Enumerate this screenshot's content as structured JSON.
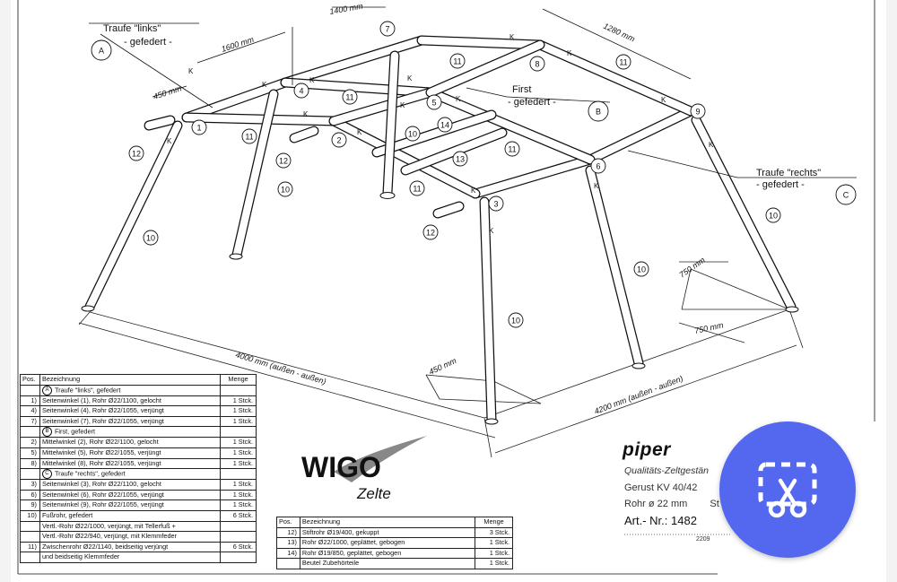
{
  "drawing": {
    "callouts": [
      {
        "id": "A",
        "label": "A"
      },
      {
        "id": "B",
        "label": "B"
      },
      {
        "id": "C",
        "label": "C"
      },
      {
        "id": "p1",
        "label": "1"
      },
      {
        "id": "p2",
        "label": "2"
      },
      {
        "id": "p3",
        "label": "3"
      },
      {
        "id": "p4",
        "label": "4"
      },
      {
        "id": "p5",
        "label": "5"
      },
      {
        "id": "p6",
        "label": "6"
      },
      {
        "id": "p7",
        "label": "7"
      },
      {
        "id": "p8",
        "label": "8"
      },
      {
        "id": "p9",
        "label": "9"
      },
      {
        "id": "p10a",
        "label": "10"
      },
      {
        "id": "p10b",
        "label": "10"
      },
      {
        "id": "p10c",
        "label": "10"
      },
      {
        "id": "p10d",
        "label": "10"
      },
      {
        "id": "p10e",
        "label": "10"
      },
      {
        "id": "p10f",
        "label": "10"
      },
      {
        "id": "p11a",
        "label": "11"
      },
      {
        "id": "p11b",
        "label": "11"
      },
      {
        "id": "p11c",
        "label": "11"
      },
      {
        "id": "p11d",
        "label": "11"
      },
      {
        "id": "p11e",
        "label": "11"
      },
      {
        "id": "p11f",
        "label": "11"
      },
      {
        "id": "p12a",
        "label": "12"
      },
      {
        "id": "p12b",
        "label": "12"
      },
      {
        "id": "p12c",
        "label": "12"
      },
      {
        "id": "p13",
        "label": "13"
      },
      {
        "id": "p14",
        "label": "14"
      }
    ],
    "labels": {
      "traufe_links": "Traufe \"links\"",
      "gefedert_a": "- gefedert -",
      "first": "First",
      "gefedert_b": "- gefedert -",
      "traufe_rechts": "Traufe \"rechts\"",
      "gefedert_c": "- gefedert -",
      "k": "K"
    },
    "dimensions": {
      "d1400": "1400 mm",
      "d1600": "1600 mm",
      "d450a": "450 mm",
      "d1280": "1280 mm",
      "d750a": "750 mm",
      "d750b": "750 mm",
      "d450b": "450 mm",
      "d4000": "4000 mm (außen - außen)",
      "d4200": "4200 mm (außen - außen)"
    }
  },
  "table_left": {
    "headers": {
      "pos": "Pos.",
      "bez": "Bezeichnung",
      "menge": "Menge"
    },
    "rows": [
      {
        "pos": "",
        "circle": "A",
        "bez": "Traufe \"links\", gefedert",
        "menge": ""
      },
      {
        "pos": "1)",
        "circle": "",
        "bez": "Seitenwinkel (1), Rohr Ø22/1100, gelocht",
        "menge": "1 Stck."
      },
      {
        "pos": "4)",
        "circle": "",
        "bez": "Seitenwinkel (4), Rohr Ø22/1055, verjüngt",
        "menge": "1 Stck."
      },
      {
        "pos": "7)",
        "circle": "",
        "bez": "Seitenwinkel (7), Rohr Ø22/1055, verjüngt",
        "menge": "1 Stck."
      },
      {
        "pos": "",
        "circle": "B",
        "bez": "First, gefedert",
        "menge": ""
      },
      {
        "pos": "2)",
        "circle": "",
        "bez": "Mittelwinkel (2), Rohr Ø22/1100, gelocht",
        "menge": "1 Stck."
      },
      {
        "pos": "5)",
        "circle": "",
        "bez": "Mittelwinkel (5), Rohr Ø22/1055, verjüngt",
        "menge": "1 Stck."
      },
      {
        "pos": "8)",
        "circle": "",
        "bez": "Mittelwinkel (8), Rohr Ø22/1055, verjüngt",
        "menge": "1 Stck."
      },
      {
        "pos": "",
        "circle": "C",
        "bez": "Traufe \"rechts\", gefedert",
        "menge": ""
      },
      {
        "pos": "3)",
        "circle": "",
        "bez": "Seitenwinkel (3), Rohr Ø22/1100, gelocht",
        "menge": "1 Stck."
      },
      {
        "pos": "6)",
        "circle": "",
        "bez": "Seitenwinkel (6), Rohr Ø22/1055, verjüngt",
        "menge": "1 Stck."
      },
      {
        "pos": "9)",
        "circle": "",
        "bez": "Seitenwinkel (9), Rohr Ø22/1055, verjüngt",
        "menge": "1 Stck."
      },
      {
        "pos": "10)",
        "circle": "",
        "bez": "Fußrohr, gefedert",
        "menge": "6 Stck."
      },
      {
        "pos": "",
        "circle": "",
        "bez": "Vertl.-Rohr Ø22/1000, verjüngt, mit Tellerfuß +",
        "menge": ""
      },
      {
        "pos": "",
        "circle": "",
        "bez": "Vertl.-Rohr Ø22/940, verjüngt, mit Klemmfeder",
        "menge": ""
      },
      {
        "pos": "11)",
        "circle": "",
        "bez": "Zwischenrohr Ø22/1140, beidseitig verjüngt",
        "menge": "6 Stck."
      },
      {
        "pos": "",
        "circle": "",
        "bez": "und beidseitig Klemmfeder",
        "menge": ""
      }
    ]
  },
  "table_right": {
    "headers": {
      "pos": "Pos.",
      "bez": "Bezeichnung",
      "menge": "Menge"
    },
    "rows": [
      {
        "pos": "12)",
        "bez": "Stiftrohr Ø19/400, gekuppt",
        "menge": "3 Stck."
      },
      {
        "pos": "13)",
        "bez": "Rohr Ø22/1000, geplättet, gebogen",
        "menge": "1 Stck."
      },
      {
        "pos": "14)",
        "bez": "Rohr Ø19/850, geplättet, gebogen",
        "menge": "1 Stck."
      },
      {
        "pos": "",
        "bez": "Beutel Zubehörteile",
        "menge": "1 Stck."
      }
    ]
  },
  "branding": {
    "logo_main": "WIGO",
    "logo_sub": "Zelte",
    "piper": "piper",
    "tagline": "Qualitäts-Zeltgestän",
    "model": "Gerust KV 40/42",
    "rohr": "Rohr ø 22 mm",
    "rohr_suffix": "St",
    "art": "Art.- Nr.:  1482",
    "date": "2209"
  },
  "fab": {
    "icon": "screenshot-scissors-icon"
  }
}
